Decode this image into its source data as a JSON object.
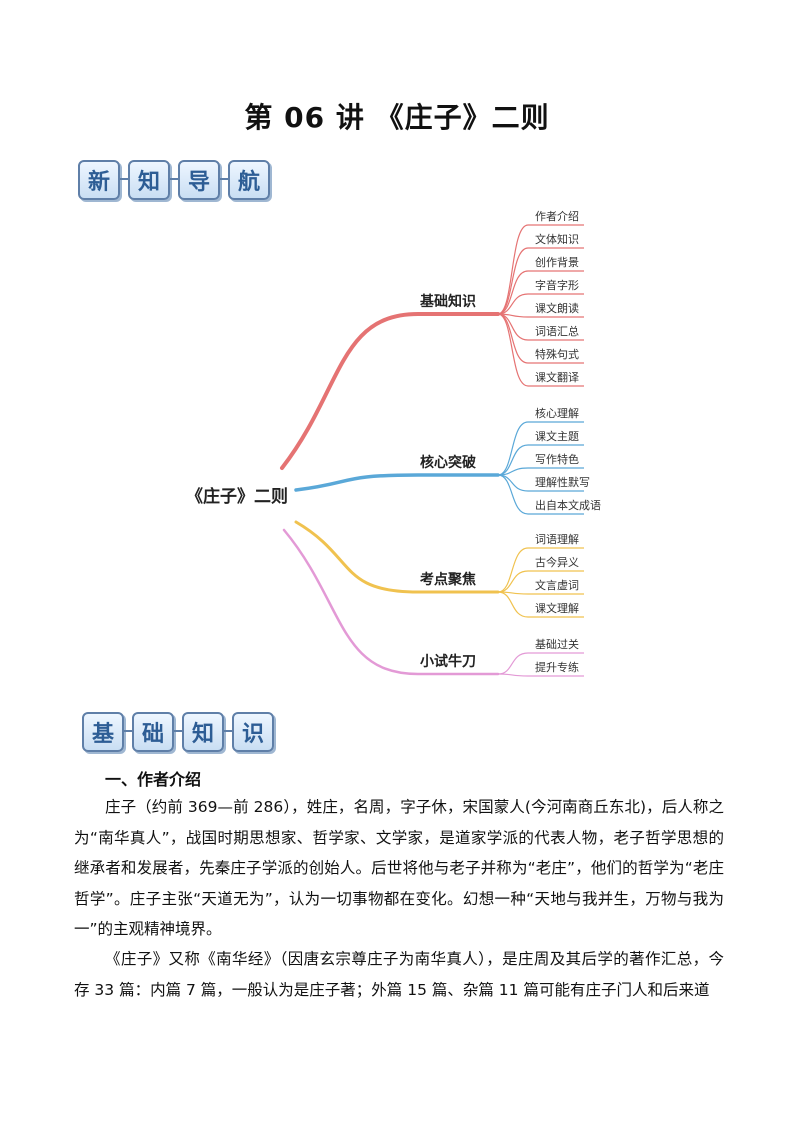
{
  "doc": {
    "title": "第 06 讲 《庄子》二则"
  },
  "banner1": [
    "新",
    "知",
    "导",
    "航"
  ],
  "banner2": [
    "基",
    "础",
    "知",
    "识"
  ],
  "mindmap": {
    "root": "《庄子》二则",
    "branches": [
      {
        "label": "基础知识",
        "color": "#e57373",
        "items": [
          "作者介绍",
          "文体知识",
          "创作背景",
          "字音字形",
          "课文朗读",
          "词语汇总",
          "特殊句式",
          "课文翻译"
        ]
      },
      {
        "label": "核心突破",
        "color": "#5aa8d8",
        "items": [
          "核心理解",
          "课文主题",
          "写作特色",
          "理解性默写",
          "出自本文成语"
        ]
      },
      {
        "label": "考点聚焦",
        "color": "#f0c24f",
        "items": [
          "词语理解",
          "古今异义",
          "文言虚词",
          "课文理解"
        ]
      },
      {
        "label": "小试牛刀",
        "color": "#e39ad6",
        "items": [
          "基础过关",
          "提升专练"
        ]
      }
    ]
  },
  "section1": {
    "heading": "一、作者介绍",
    "para1": "庄子（约前 369—前 286），姓庄，名周，字子休，宋国蒙人(今河南商丘东北)，后人称之为“南华真人”，战国时期思想家、哲学家、文学家，是道家学派的代表人物，老子哲学思想的继承者和发展者，先秦庄子学派的创始人。后世将他与老子并称为“老庄”，他们的哲学为“老庄哲学”。庄子主张“天道无为”，认为一切事物都在变化。幻想一种“天地与我并生，万物与我为一”的主观精神境界。",
    "para2": "《庄子》又称《南华经》（因唐玄宗尊庄子为南华真人），是庄周及其后学的著作汇总，今存 33 篇：内篇 7 篇，一般认为是庄子著；外篇 15 篇、杂篇 11 篇可能有庄子门人和后来道"
  }
}
